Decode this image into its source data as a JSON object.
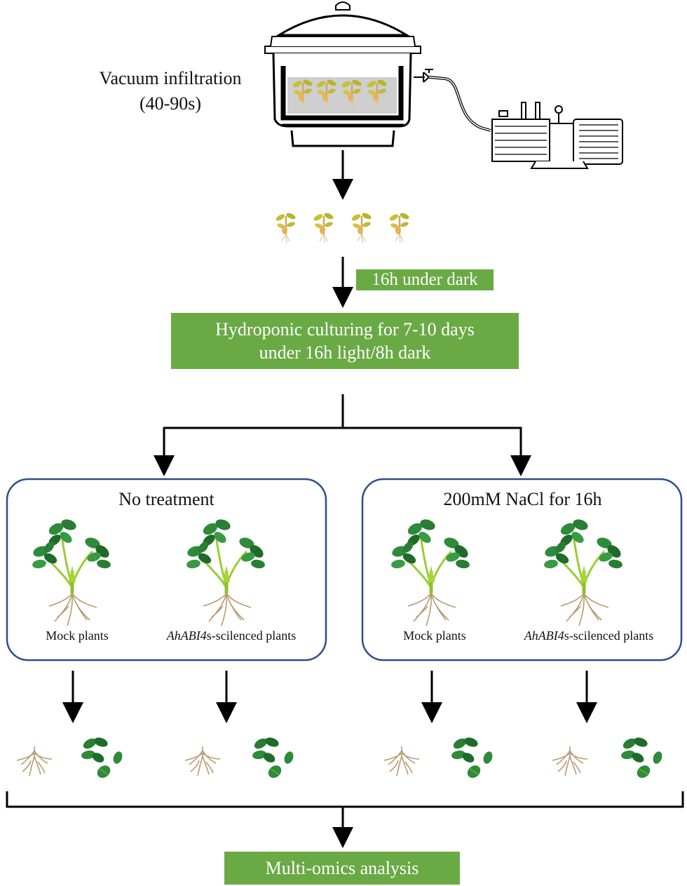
{
  "steps": {
    "vacuum_label_line1": "Vacuum infiltration",
    "vacuum_label_line2": "(40-90s)",
    "dark_incubation": "16h under dark",
    "hydroponic_line1": "Hydroponic culturing for 7-10 days",
    "hydroponic_line2": "under 16h light/8h dark",
    "final_analysis": "Multi-omics analysis"
  },
  "treatments": [
    {
      "title": "No treatment",
      "plants": [
        {
          "label": "Mock plants",
          "italic_prefix": ""
        },
        {
          "label": "s-scilenced plants",
          "italic_prefix": "AhABI4"
        }
      ]
    },
    {
      "title": "200mM NaCl for 16h",
      "plants": [
        {
          "label": "Mock plants",
          "italic_prefix": ""
        },
        {
          "label": "s-scilenced plants",
          "italic_prefix": "AhABI4"
        }
      ]
    }
  ],
  "colors": {
    "label_green": "#6aaa45",
    "panel_border": "#2e4d8a",
    "leaf_green": "#2e8b3a",
    "leaf_dark": "#1f6b2a",
    "stem_green": "#9acd32",
    "root_brown": "#b89b72"
  },
  "icons": [
    "vacuum-chamber-icon",
    "vacuum-pump-icon",
    "seedling-icon",
    "peanut-plant-icon",
    "root-icon",
    "leaves-icon",
    "arrow-down-icon"
  ]
}
